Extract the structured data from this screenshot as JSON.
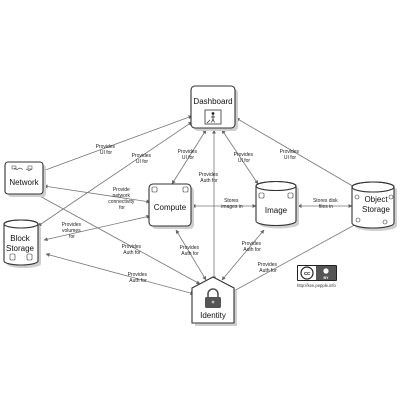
{
  "nodes": {
    "dashboard": "Dashboard",
    "network": "Network",
    "compute": "Compute",
    "image": "Image",
    "object_storage": [
      "Object",
      "Storage"
    ],
    "block_storage": [
      "Block",
      "Storage"
    ],
    "identity": "Identity"
  },
  "edge_labels": {
    "dash_network": [
      "Provides",
      "UI for"
    ],
    "dash_block": [
      "Provides",
      "UI for"
    ],
    "dash_compute": [
      "Provides",
      "UI for"
    ],
    "dash_identity": [
      "Provides",
      "Auth for"
    ],
    "dash_image": [
      "Provides",
      "UI for"
    ],
    "dash_object": [
      "Provides",
      "UI for"
    ],
    "network_compute": [
      "Provide",
      "network",
      "connectivity",
      "for"
    ],
    "block_compute": [
      "Provides",
      "volumes",
      "for"
    ],
    "compute_image": [
      "Stores",
      "images in"
    ],
    "image_object": [
      "Stores disk",
      "files in"
    ],
    "network_identity": [
      "Provides",
      "Auth for"
    ],
    "compute_identity": [
      "Provides",
      "Auth for"
    ],
    "image_identity": [
      "Provides",
      "Auth for"
    ],
    "block_identity": [
      "Provides",
      "Auth for"
    ],
    "object_identity": [
      "Provides",
      "Auth for"
    ]
  },
  "license": {
    "badge": [
      "cc",
      "BY"
    ],
    "credit": "http://ken.pepple.info"
  },
  "icons": [
    "dashboard-person-icon",
    "lock-icon",
    "cc-license-icon"
  ]
}
